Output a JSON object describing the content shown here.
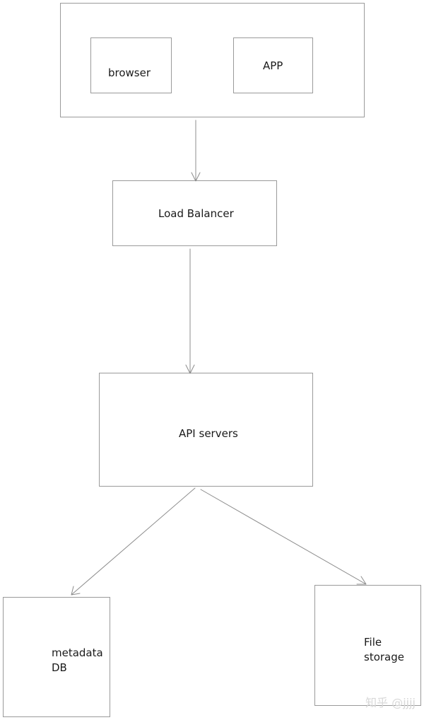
{
  "nodes": {
    "client_group": {},
    "browser": {
      "label": "browser"
    },
    "app": {
      "label": "APP"
    },
    "load_balancer": {
      "label": "Load Balancer"
    },
    "api_servers": {
      "label": "API servers"
    },
    "metadata_db": {
      "label_line1": "metadata",
      "label_line2": "DB"
    },
    "file_storage": {
      "label_line1": "File",
      "label_line2": "storage"
    }
  },
  "watermark": {
    "text": "知乎 @jjjj"
  },
  "colors": {
    "stroke": "#9a9a9a",
    "arrow": "#8c8c8c",
    "text": "#1a1a1a"
  }
}
